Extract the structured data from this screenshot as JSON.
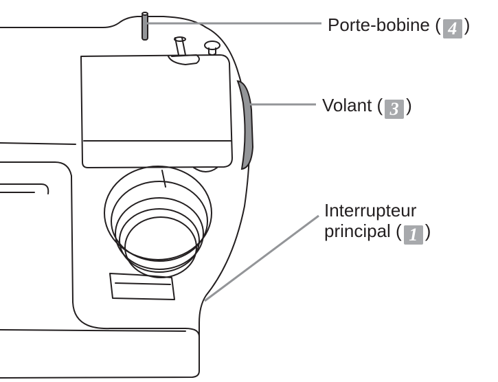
{
  "callouts": {
    "spool_pin": {
      "label": "Porte-bobine (",
      "number": "4",
      "close": ")"
    },
    "handwheel": {
      "label": "Volant (",
      "number": "3",
      "close": ")"
    },
    "main_switch": {
      "line1": "Interrupteur",
      "line2": "principal (",
      "number": "1",
      "close": ")"
    }
  },
  "colors": {
    "outline": "#231f20",
    "leader": "#939598",
    "badge": "#a7a9ac",
    "handwheel_fill": "#939598"
  }
}
